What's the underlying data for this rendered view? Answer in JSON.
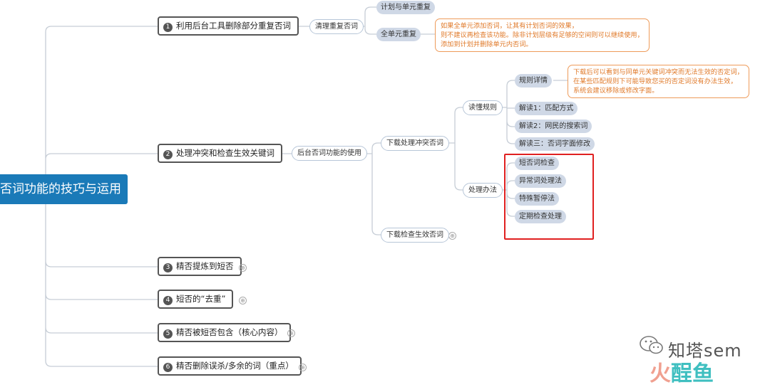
{
  "root": {
    "label": "否词功能的技巧与运用"
  },
  "level1": [
    {
      "num": "1",
      "label": "利用后台工具删除部分重复否词"
    },
    {
      "num": "2",
      "label": "处理冲突和检查生效关键词"
    },
    {
      "num": "3",
      "label": "精否提炼到短否"
    },
    {
      "num": "4",
      "label": "短否的“去重”"
    },
    {
      "num": "5",
      "label": "精否被短否包含（核心内容）"
    },
    {
      "num": "6",
      "label": "精否删除误杀/多余的词（重点）"
    }
  ],
  "branch1": {
    "mid": "清理重复否词",
    "leaves": [
      "计划与单元重复",
      "全单元重复"
    ],
    "note": [
      "如果全单元添加否词，让其有计划否词的效果，",
      "则不建议再检查该功能。除非计划层级有足够的空间则可以继续使用，",
      "添加到计划并删除单元内否词。"
    ]
  },
  "branch2": {
    "mid": "后台否词功能的使用",
    "sub": [
      "下载处理冲突否词",
      "下载检查生效否词"
    ],
    "read_rules": {
      "label": "读懂规则",
      "leaves": [
        "规则详情",
        "解读1：匹配方式",
        "解读2：网民的搜索词",
        "解读三：否词字面修改"
      ],
      "note": [
        "下载后可以看到与同单元关键词冲突而无法生效的否定词，",
        "在某些匹配规则下可能导致您买的否定词没有办法生效，",
        "系统会建议移除或修改字面。"
      ]
    },
    "handling": {
      "label": "处理办法",
      "leaves": [
        "短否词检查",
        "异常词处理法",
        "特殊暂停法",
        "定期检查处理"
      ]
    }
  },
  "collapse_marker": "⊕",
  "watermark": {
    "text": "知塔sem",
    "logo_fire": "火",
    "logo_right": "酲鱼"
  },
  "colors": {
    "root_bg": "#1a7ab8",
    "note_border": "#ee9b5a",
    "note_text": "#e07a2a",
    "highlight_box": "#e02020",
    "leaf_bg": "#cfd8e6"
  }
}
